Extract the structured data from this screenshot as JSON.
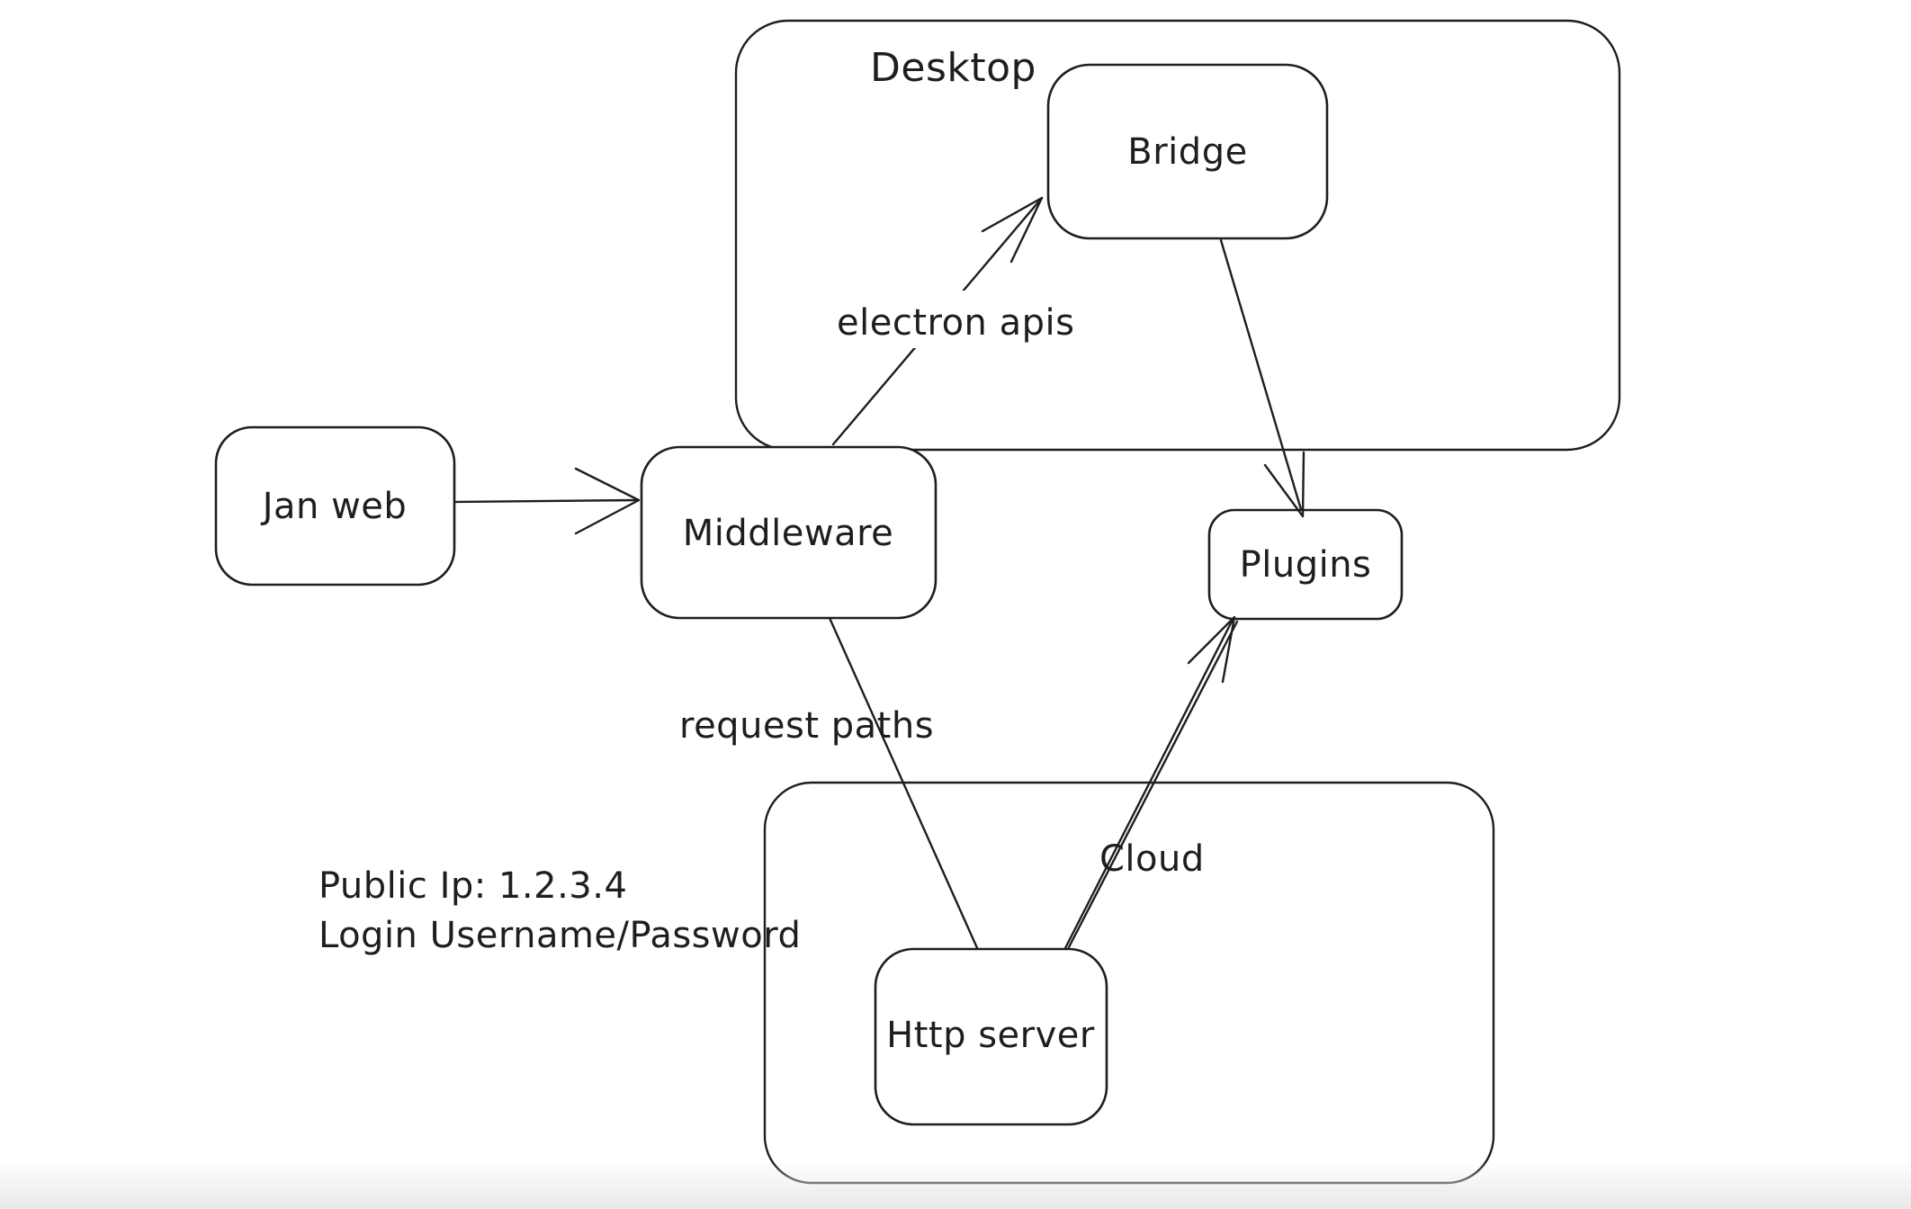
{
  "canvas": {
    "background": "#ffffff",
    "stroke_color": "#1e1e1e",
    "footer_fade_color": "#e8e8e8"
  },
  "containers": {
    "desktop": {
      "label": "Desktop"
    },
    "cloud": {
      "label": "Cloud"
    }
  },
  "nodes": {
    "jan_web": {
      "label": "Jan web"
    },
    "middleware": {
      "label": "Middleware"
    },
    "bridge": {
      "label": "Bridge"
    },
    "plugins": {
      "label": "Plugins"
    },
    "http_server": {
      "label": "Http server"
    }
  },
  "edges": {
    "jan_web_to_middleware": {
      "from": "Jan web",
      "to": "Middleware",
      "label": "",
      "arrowhead": "at Middleware"
    },
    "middleware_to_bridge": {
      "from": "Middleware",
      "to": "Bridge",
      "label": "electron apis",
      "arrowhead": "at Bridge"
    },
    "bridge_to_plugins": {
      "from": "Bridge",
      "to": "Plugins",
      "label": "",
      "arrowhead": "at Plugins top"
    },
    "middleware_to_http_server": {
      "from": "Middleware",
      "to": "Http server",
      "label": "request paths",
      "arrowhead": "none"
    },
    "http_server_to_plugins": {
      "from": "Http server",
      "to": "Plugins",
      "label": "",
      "arrowhead": "at Plugins bottom-left"
    }
  },
  "annotations": {
    "public_ip": "Public Ip: 1.2.3.4",
    "login": "Login Username/Password"
  }
}
